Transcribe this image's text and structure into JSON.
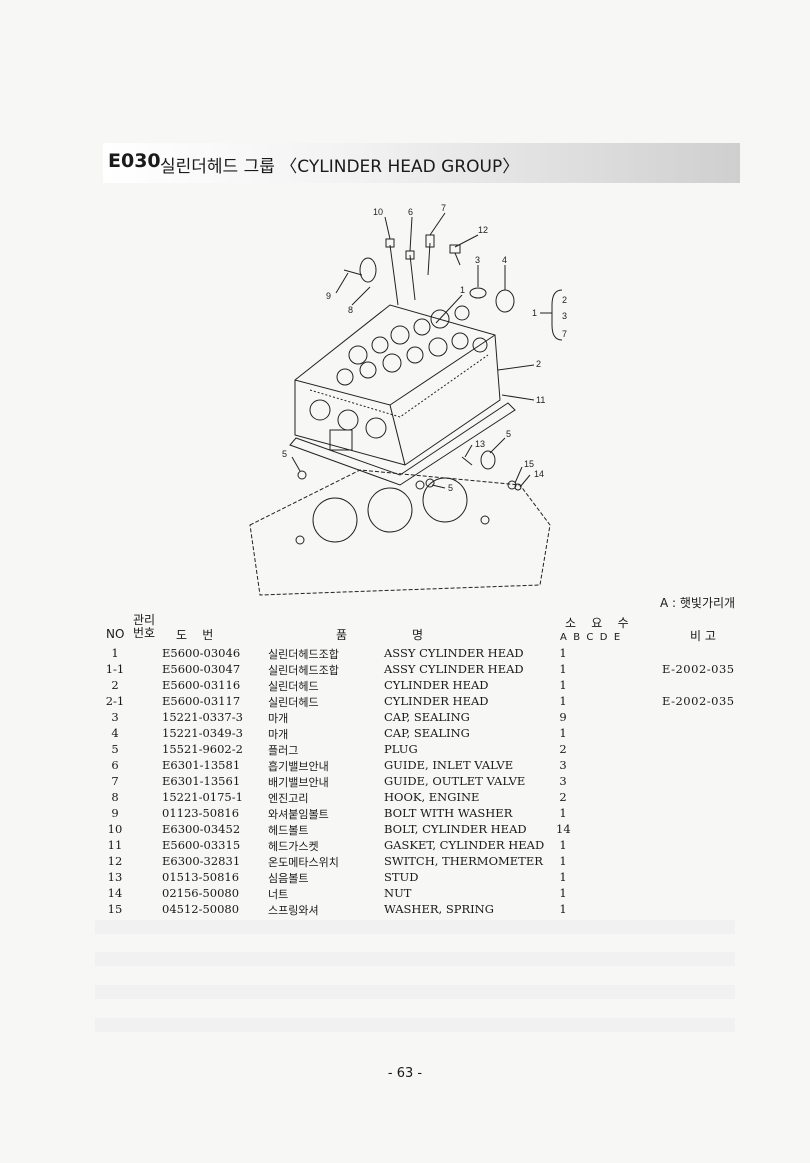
{
  "header": {
    "code": "E030",
    "title": "실린더헤드 그룹 〈CYLINDER HEAD GROUP〉"
  },
  "diagram": {
    "callouts": [
      "10",
      "6",
      "7",
      "12",
      "3",
      "4",
      "9",
      "8",
      "1",
      "2",
      "11",
      "13",
      "5",
      "15",
      "14",
      "5",
      "5"
    ],
    "group_ref": {
      "main": "1",
      "items": [
        "2",
        "3",
        "7"
      ]
    }
  },
  "legend_note": "A : 햇빛가리개",
  "table": {
    "col_no": "NO",
    "col_mgmt": "관리\n번호",
    "col_part": "도    번",
    "col_name_k": "품",
    "col_name_e": "명",
    "col_qty": "소    요    수",
    "col_qty_sub": "A  B  C  D  E",
    "col_remark": "비 고",
    "rows": [
      {
        "no": "1",
        "part": "E5600-03046",
        "kname": "실린더헤드조합",
        "ename": "ASSY CYLINDER HEAD",
        "qty": "1",
        "remark": ""
      },
      {
        "no": "1-1",
        "part": "E5600-03047",
        "kname": "실린더헤드조합",
        "ename": "ASSY CYLINDER HEAD",
        "qty": "1",
        "remark": "E-2002-035"
      },
      {
        "no": "2",
        "part": "E5600-03116",
        "kname": "실린더헤드",
        "ename": "CYLINDER HEAD",
        "qty": "1",
        "remark": ""
      },
      {
        "no": "2-1",
        "part": "E5600-03117",
        "kname": "실린더헤드",
        "ename": "CYLINDER HEAD",
        "qty": "1",
        "remark": "E-2002-035"
      },
      {
        "no": "3",
        "part": "15221-0337-3",
        "kname": "마개",
        "ename": "CAP, SEALING",
        "qty": "9",
        "remark": ""
      },
      {
        "no": "4",
        "part": "15221-0349-3",
        "kname": "마개",
        "ename": "CAP, SEALING",
        "qty": "1",
        "remark": ""
      },
      {
        "no": "5",
        "part": "15521-9602-2",
        "kname": "플러그",
        "ename": "PLUG",
        "qty": "2",
        "remark": ""
      },
      {
        "no": "6",
        "part": "E6301-13581",
        "kname": "흡기밸브안내",
        "ename": "GUIDE, INLET VALVE",
        "qty": "3",
        "remark": ""
      },
      {
        "no": "7",
        "part": "E6301-13561",
        "kname": "배기밸브안내",
        "ename": "GUIDE, OUTLET VALVE",
        "qty": "3",
        "remark": ""
      },
      {
        "no": "8",
        "part": "15221-0175-1",
        "kname": "엔진고리",
        "ename": "HOOK, ENGINE",
        "qty": "2",
        "remark": ""
      },
      {
        "no": "9",
        "part": "01123-50816",
        "kname": "와셔붙임볼트",
        "ename": "BOLT WITH WASHER",
        "qty": "1",
        "remark": ""
      },
      {
        "no": "10",
        "part": "E6300-03452",
        "kname": "헤드볼트",
        "ename": "BOLT, CYLINDER HEAD",
        "qty": "14",
        "remark": ""
      },
      {
        "no": "11",
        "part": "E5600-03315",
        "kname": "헤드가스켓",
        "ename": "GASKET, CYLINDER HEAD",
        "qty": "1",
        "remark": ""
      },
      {
        "no": "12",
        "part": "E6300-32831",
        "kname": "온도메타스위치",
        "ename": "SWITCH, THERMOMETER",
        "qty": "1",
        "remark": ""
      },
      {
        "no": "13",
        "part": "01513-50816",
        "kname": "심음볼트",
        "ename": "STUD",
        "qty": "1",
        "remark": ""
      },
      {
        "no": "14",
        "part": "02156-50080",
        "kname": "너트",
        "ename": "NUT",
        "qty": "1",
        "remark": ""
      },
      {
        "no": "15",
        "part": "04512-50080",
        "kname": "스프링와셔",
        "ename": "WASHER, SPRING",
        "qty": "1",
        "remark": ""
      }
    ]
  },
  "page_number": "- 63 -"
}
